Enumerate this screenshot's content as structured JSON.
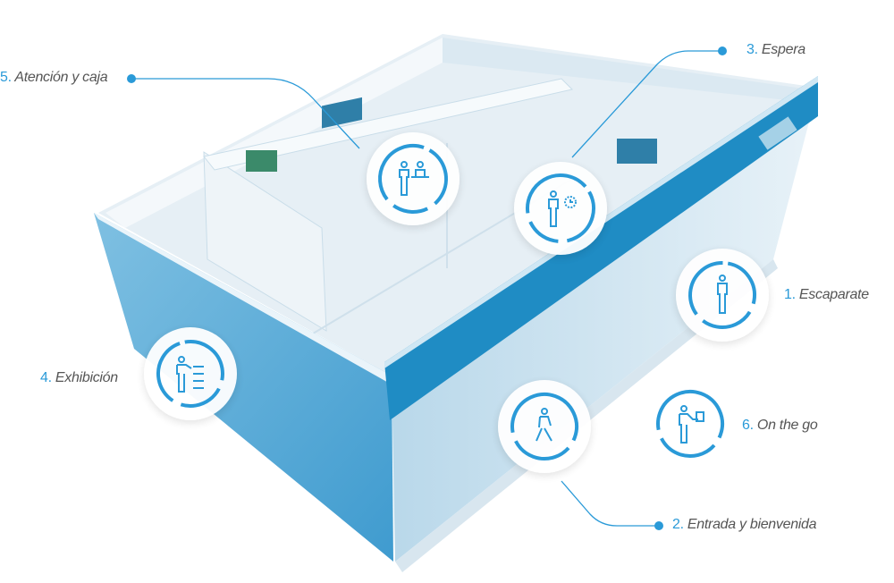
{
  "zones": [
    {
      "num": "1",
      "sep": ".",
      "name": "Escaparate",
      "icon": "standing-person-icon"
    },
    {
      "num": "2",
      "sep": ".",
      "name": "Entrada y bienvenida",
      "icon": "walking-person-icon"
    },
    {
      "num": "3",
      "sep": ".",
      "name": "Espera",
      "icon": "person-clock-icon"
    },
    {
      "num": "4",
      "sep": ".",
      "name": "Exhibición",
      "icon": "person-presenting-list-icon"
    },
    {
      "num": "5",
      "sep": ".",
      "name": "Atención y caja",
      "icon": "person-at-counter-icon"
    },
    {
      "num": "6",
      "sep": ".",
      "name": "On the go",
      "icon": "person-with-tablet-icon"
    }
  ],
  "colors": {
    "accent": "#2a9ad8",
    "wall": "#5aaad6",
    "sign": "#1f8cc4",
    "floor": "#e6eff5"
  }
}
